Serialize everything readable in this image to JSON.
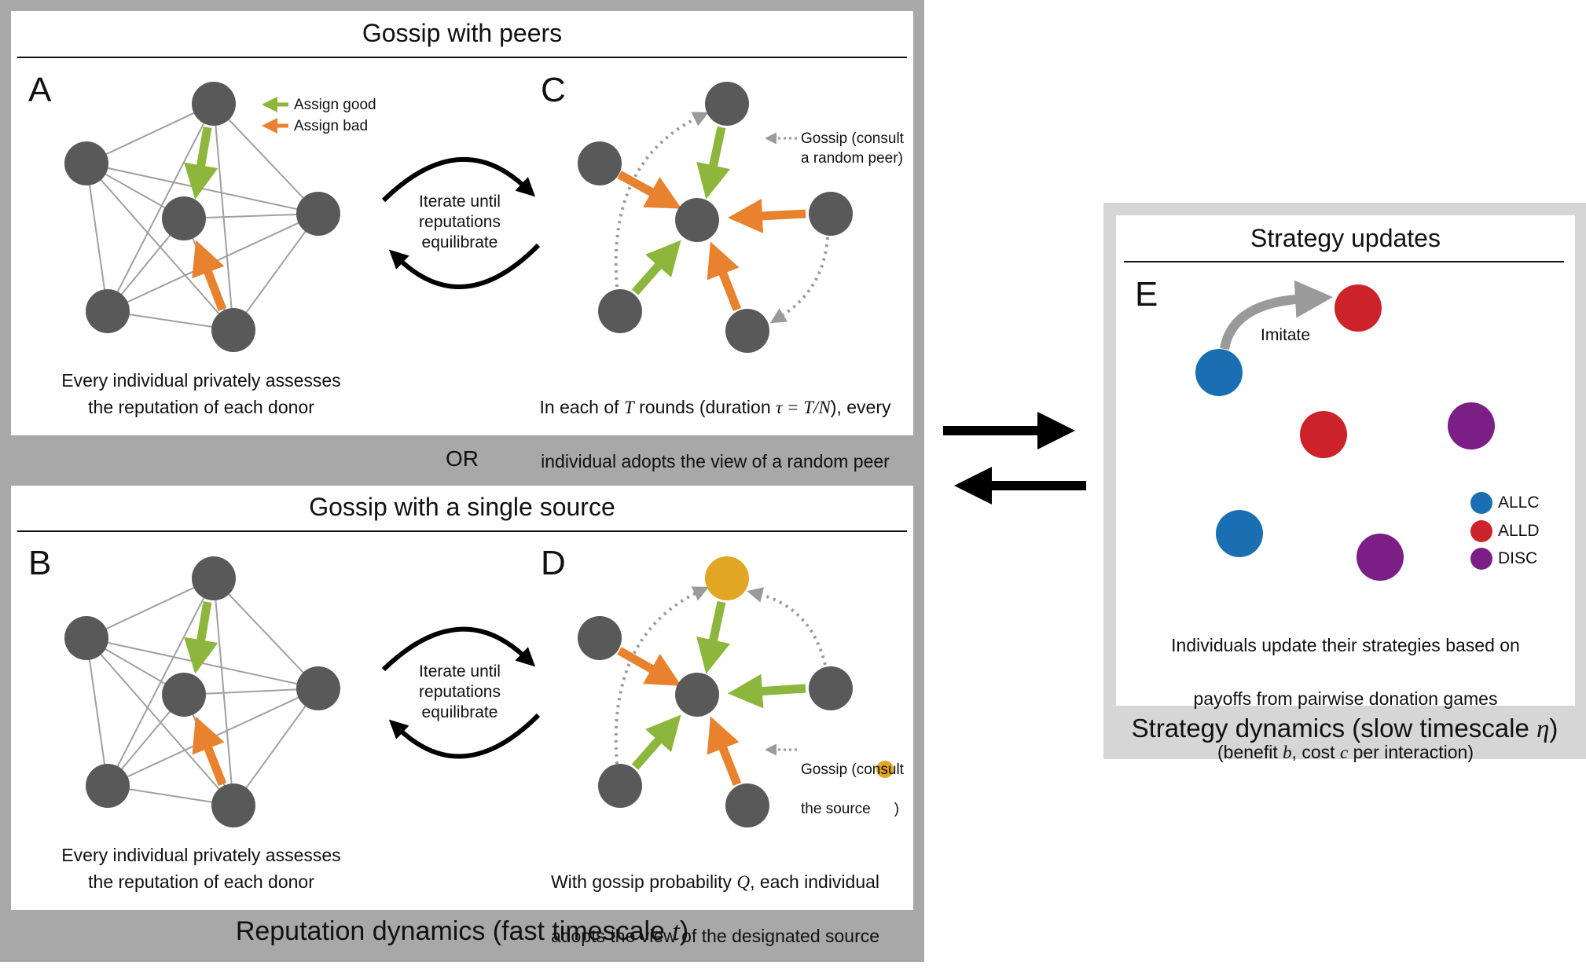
{
  "left_section": {
    "bottom_label_prefix": "Reputation dynamics (fast timescale ",
    "bottom_label_var": "t",
    "bottom_label_suffix": ")",
    "or_label": "OR"
  },
  "top_panel": {
    "title": "Gossip with peers",
    "panel_a": {
      "letter": "A",
      "legend_good": "Assign good",
      "legend_bad": "Assign bad",
      "caption": "Every individual privately assesses\nthe reputation of each donor"
    },
    "cycle": {
      "label": "Iterate until\nreputations\nequilibrate"
    },
    "panel_c": {
      "letter": "C",
      "legend_gossip": "Gossip (consult\na random peer)",
      "caption_line1_a": "In each of ",
      "caption_line1_T": "T",
      "caption_line1_b": " rounds (duration ",
      "caption_line1_expr": "τ = T/N",
      "caption_line1_c": "), every",
      "caption_line2": "individual adopts the view of a random peer"
    }
  },
  "bottom_panel": {
    "title": "Gossip with a single source",
    "panel_b": {
      "letter": "B",
      "caption": "Every individual privately assesses\nthe reputation of each donor"
    },
    "cycle": {
      "label": "Iterate until\nreputations\nequilibrate"
    },
    "panel_d": {
      "letter": "D",
      "legend_gossip_line1": "Gossip (consult",
      "legend_gossip_line2": "the source",
      "legend_gossip_line2_end": ")",
      "caption_line1_a": "With gossip probability ",
      "caption_line1_Q": "Q",
      "caption_line1_b": ", each individual",
      "caption_line2": "adopts the view of the designated source"
    }
  },
  "right_section": {
    "title": "Strategy updates",
    "panel_e": {
      "letter": "E",
      "imitate_label": "Imitate",
      "legend": [
        {
          "label": "ALLC",
          "color": "#1a6fb3"
        },
        {
          "label": "ALLD",
          "color": "#cc2229"
        },
        {
          "label": "DISC",
          "color": "#7b1f86"
        }
      ],
      "caption_line1": "Individuals update their strategies based on",
      "caption_line2": "payoffs from pairwise donation games",
      "caption_line3_a": "(benefit ",
      "caption_line3_b": "b",
      "caption_line3_c": ", cost ",
      "caption_line3_d": "c",
      "caption_line3_e": " per interaction)"
    },
    "bottom_label_prefix": "Strategy dynamics (slow timescale ",
    "bottom_label_var": "η",
    "bottom_label_suffix": ")"
  },
  "colors": {
    "node": "#595959",
    "good_arrow": "#8db63c",
    "bad_arrow": "#e8822e",
    "source": "#e1a623",
    "allc": "#1a6fb3",
    "alld": "#cc2229",
    "disc": "#7b1f86",
    "gossip_arrow": "#9a9a9a"
  }
}
